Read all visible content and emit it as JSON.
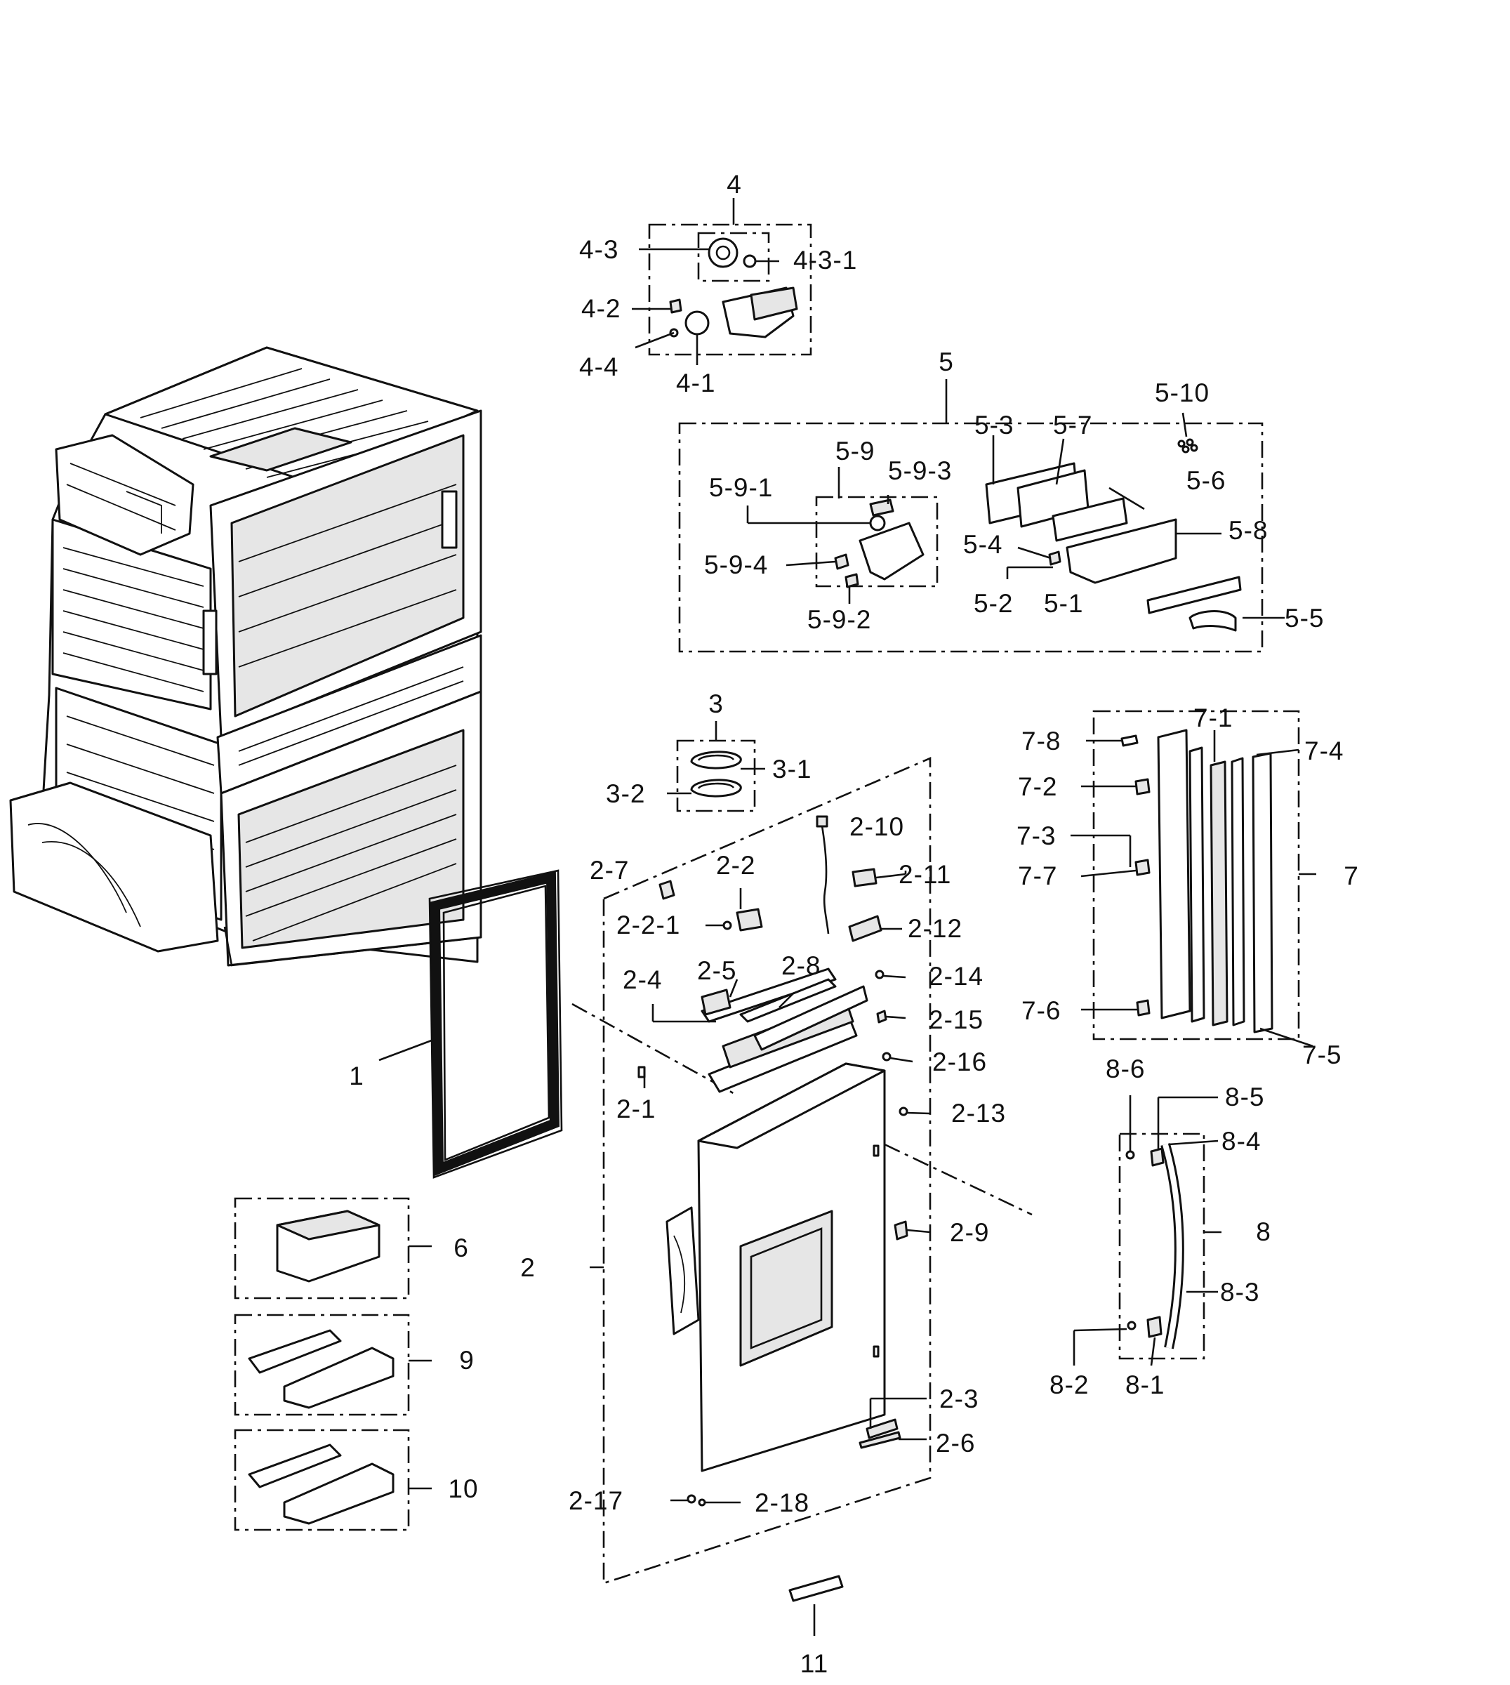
{
  "diagram": {
    "labels": {
      "l1": "1",
      "l2": "2",
      "l2_1": "2-1",
      "l2_2": "2-2",
      "l2_2_1": "2-2-1",
      "l2_3": "2-3",
      "l2_4": "2-4",
      "l2_5": "2-5",
      "l2_6": "2-6",
      "l2_7": "2-7",
      "l2_8": "2-8",
      "l2_9": "2-9",
      "l2_10": "2-10",
      "l2_11": "2-11",
      "l2_12": "2-12",
      "l2_13": "2-13",
      "l2_14": "2-14",
      "l2_15": "2-15",
      "l2_16": "2-16",
      "l2_17": "2-17",
      "l2_18": "2-18",
      "l3": "3",
      "l3_1": "3-1",
      "l3_2": "3-2",
      "l4": "4",
      "l4_1": "4-1",
      "l4_2": "4-2",
      "l4_3": "4-3",
      "l4_3_1": "4-3-1",
      "l4_4": "4-4",
      "l5": "5",
      "l5_1": "5-1",
      "l5_2": "5-2",
      "l5_3": "5-3",
      "l5_4": "5-4",
      "l5_5": "5-5",
      "l5_6": "5-6",
      "l5_7": "5-7",
      "l5_8": "5-8",
      "l5_9": "5-9",
      "l5_9_1": "5-9-1",
      "l5_9_2": "5-9-2",
      "l5_9_3": "5-9-3",
      "l5_9_4": "5-9-4",
      "l5_10": "5-10",
      "l6": "6",
      "l7": "7",
      "l7_1": "7-1",
      "l7_2": "7-2",
      "l7_3": "7-3",
      "l7_4": "7-4",
      "l7_5": "7-5",
      "l7_6": "7-6",
      "l7_7": "7-7",
      "l7_8": "7-8",
      "l8": "8",
      "l8_1": "8-1",
      "l8_2": "8-2",
      "l8_3": "8-3",
      "l8_4": "8-4",
      "l8_5": "8-5",
      "l8_6": "8-6",
      "l9": "9",
      "l10": "10",
      "l11": "11"
    }
  }
}
